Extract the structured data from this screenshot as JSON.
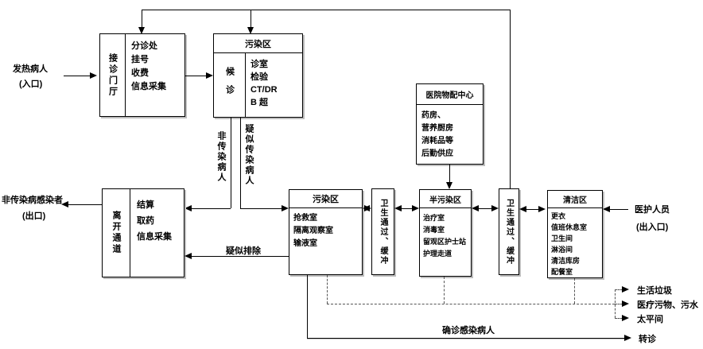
{
  "colors": {
    "line": "#000000",
    "background": "#ffffff",
    "box_shadow": "#bdbdbd"
  },
  "entry": {
    "line1": "发热病人",
    "line2": "(入口)"
  },
  "exit_left": {
    "line1": "非传染病感染者",
    "line2": "(出口)"
  },
  "staff": {
    "line1": "医护人员",
    "line2": "(出入口)"
  },
  "boxes": {
    "reception": {
      "side": "接诊门厅",
      "lines": [
        "分诊处",
        "挂号",
        "收费",
        "信息采集"
      ]
    },
    "contaminated_top": {
      "title": "污染区",
      "side": "候诊",
      "lines": [
        "诊室",
        "检验",
        "CT/DR",
        "B 超"
      ]
    },
    "logistics": {
      "title": "医院物配中心",
      "lines": [
        "药房、",
        "营养厨房",
        "消耗品等",
        "后勤供应"
      ]
    },
    "leave_channel": {
      "side": "离开通道",
      "lines": [
        "结算",
        "取药",
        "信息采集"
      ]
    },
    "contaminated_mid": {
      "title": "污染区",
      "lines": [
        "抢救室",
        "隔离观察室",
        "输液室"
      ]
    },
    "hygiene_pass_left": {
      "text": "卫生通过、缓冲"
    },
    "semi_contaminated": {
      "title": "半污染区",
      "lines": [
        "治疗室",
        "消毒室",
        "留观区护士站",
        "护理走道"
      ]
    },
    "hygiene_pass_right": {
      "text": "卫生通过、缓冲"
    },
    "clean_zone": {
      "title": "清洁区",
      "lines": [
        "更衣",
        "值班休息室",
        "卫生间",
        "淋浴间",
        "清洁库房",
        "配餐室"
      ]
    }
  },
  "flows": {
    "non_infectious_patient": "非传染病人",
    "suspected_infectious_patient": "疑似传染病人",
    "suspected_excluded": "疑似排除",
    "confirmed_infected_patient": "确诊感染病人",
    "transfer": "转诊",
    "domestic_waste": "生活垃圾",
    "medical_waste": "医疗污物、污水",
    "morgue": "太平间"
  }
}
